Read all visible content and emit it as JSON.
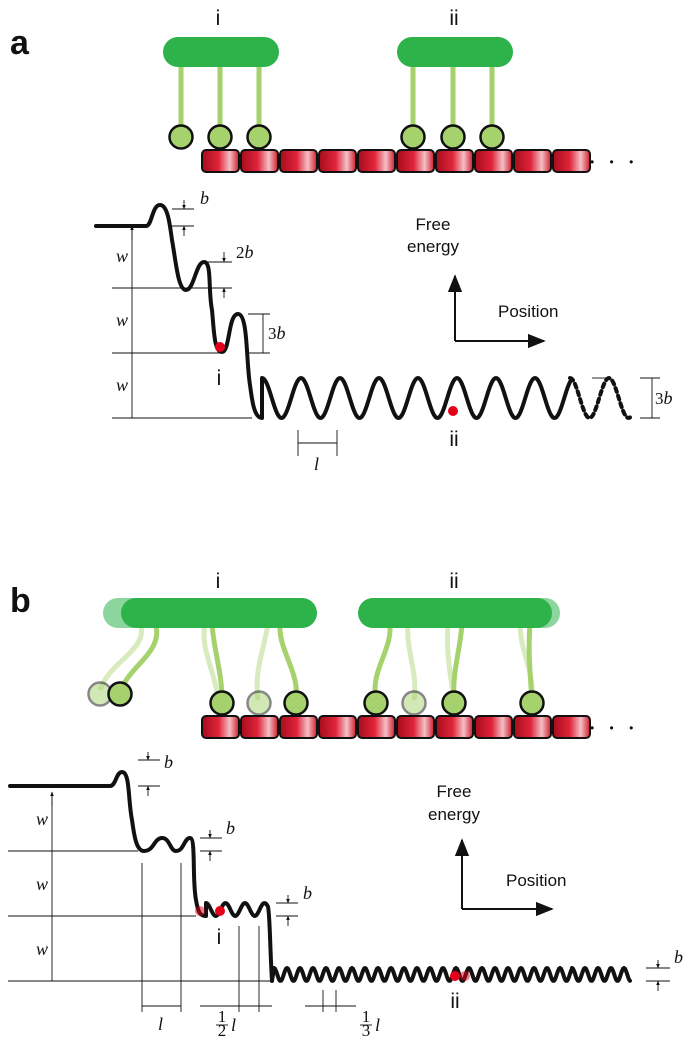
{
  "panel_a": {
    "letter": "a",
    "complex_labels": [
      "i",
      "ii"
    ],
    "ellipsis": "• • •",
    "axis": {
      "y_label_line1": "Free",
      "y_label_line2": "energy",
      "x_label": "Position"
    },
    "dims": {
      "w": "w",
      "b": "b",
      "two_b_num": "2",
      "three_b_num": "3",
      "l": "l"
    },
    "state_labels": [
      "i",
      "ii"
    ]
  },
  "panel_b": {
    "letter": "b",
    "complex_labels": [
      "i",
      "ii"
    ],
    "ellipsis": "• • •",
    "axis": {
      "y_label_line1": "Free",
      "y_label_line2": "energy",
      "x_label": "Position"
    },
    "dims": {
      "w": "w",
      "b": "b",
      "l": "l",
      "half": "1",
      "half_den": "2",
      "third": "1",
      "third_den": "3"
    },
    "state_labels": [
      "i",
      "ii"
    ]
  },
  "colors": {
    "green_bar": "#2db34a",
    "green_bead": "#a6d26e",
    "track_red": "#c8102e",
    "marker_red": "#e4001b",
    "curve": "#111111"
  }
}
